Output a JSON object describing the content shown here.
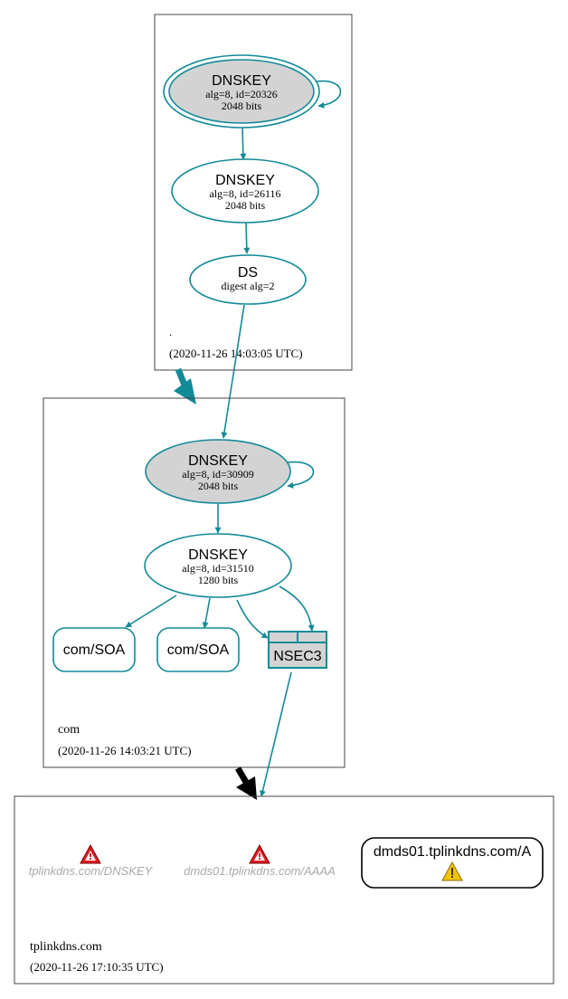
{
  "colors": {
    "edge": "#128a97",
    "node_fill_gray": "#d3d3d3",
    "box_border": "#444444",
    "error_text": "#a9a9a9",
    "warning_fill": "#f2c500",
    "error_fill": "#e01b24",
    "delegation_black": "#000000"
  },
  "zones": {
    "root": {
      "name": ".",
      "timestamp": "(2020-11-26 14:03:05 UTC)",
      "ksk": {
        "title": "DNSKEY",
        "line1": "alg=8, id=20326",
        "line2": "2048 bits"
      },
      "zsk": {
        "title": "DNSKEY",
        "line1": "alg=8, id=26116",
        "line2": "2048 bits"
      },
      "ds": {
        "title": "DS",
        "line1": "digest alg=2"
      }
    },
    "com": {
      "name": "com",
      "timestamp": "(2020-11-26 14:03:21 UTC)",
      "ksk": {
        "title": "DNSKEY",
        "line1": "alg=8, id=30909",
        "line2": "2048 bits"
      },
      "zsk": {
        "title": "DNSKEY",
        "line1": "alg=8, id=31510",
        "line2": "1280 bits"
      },
      "soa1": "com/SOA",
      "soa2": "com/SOA",
      "nsec3": "NSEC3"
    },
    "tplinkdns": {
      "name": "tplinkdns.com",
      "timestamp": "(2020-11-26 17:10:35 UTC)",
      "err_dnskey": "tplinkdns.com/DNSKEY",
      "err_aaaa": "dmds01.tplinkdns.com/AAAA",
      "record_a": "dmds01.tplinkdns.com/A"
    }
  },
  "icons": {
    "error": "error-triangle-icon",
    "warning": "warning-triangle-icon"
  }
}
